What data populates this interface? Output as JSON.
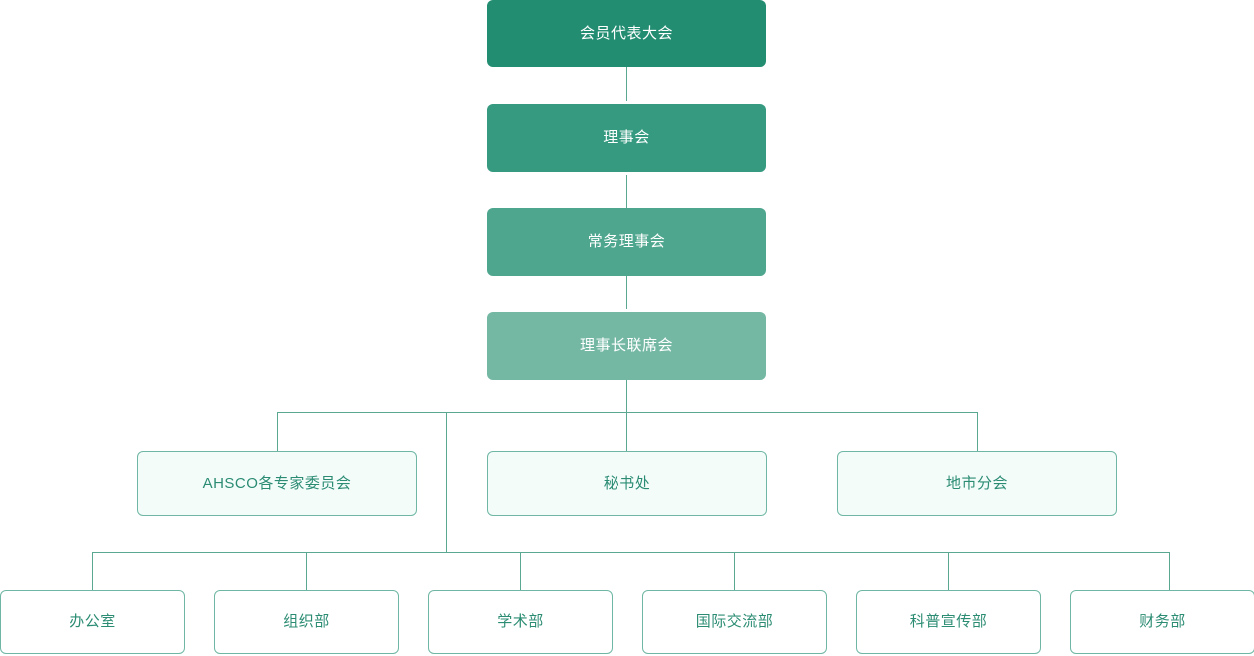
{
  "diagram": {
    "type": "org-chart",
    "title": "",
    "colors": {
      "level1": "#238d72",
      "level2": "#359a80",
      "level3": "#4ea68e",
      "level4": "#74b8a4",
      "level5_fill": "#f4fcfa",
      "level5_text": "#2b8c73",
      "level6_fill": "#ffffff",
      "level6_text": "#2b8c73",
      "line": "#5aa892"
    },
    "nodes": {
      "n1": {
        "label": "会员代表大会"
      },
      "n2": {
        "label": "理事会"
      },
      "n3": {
        "label": "常务理事会"
      },
      "n4": {
        "label": "理事长联席会"
      },
      "n5": {
        "label": "AHSCO各专家委员会"
      },
      "n6": {
        "label": "秘书处"
      },
      "n7": {
        "label": "地市分会"
      },
      "n8": {
        "label": "办公室"
      },
      "n9": {
        "label": "组织部"
      },
      "n10": {
        "label": "学术部"
      },
      "n11": {
        "label": "国际交流部"
      },
      "n12": {
        "label": "科普宣传部"
      },
      "n13": {
        "label": "财务部"
      }
    }
  }
}
